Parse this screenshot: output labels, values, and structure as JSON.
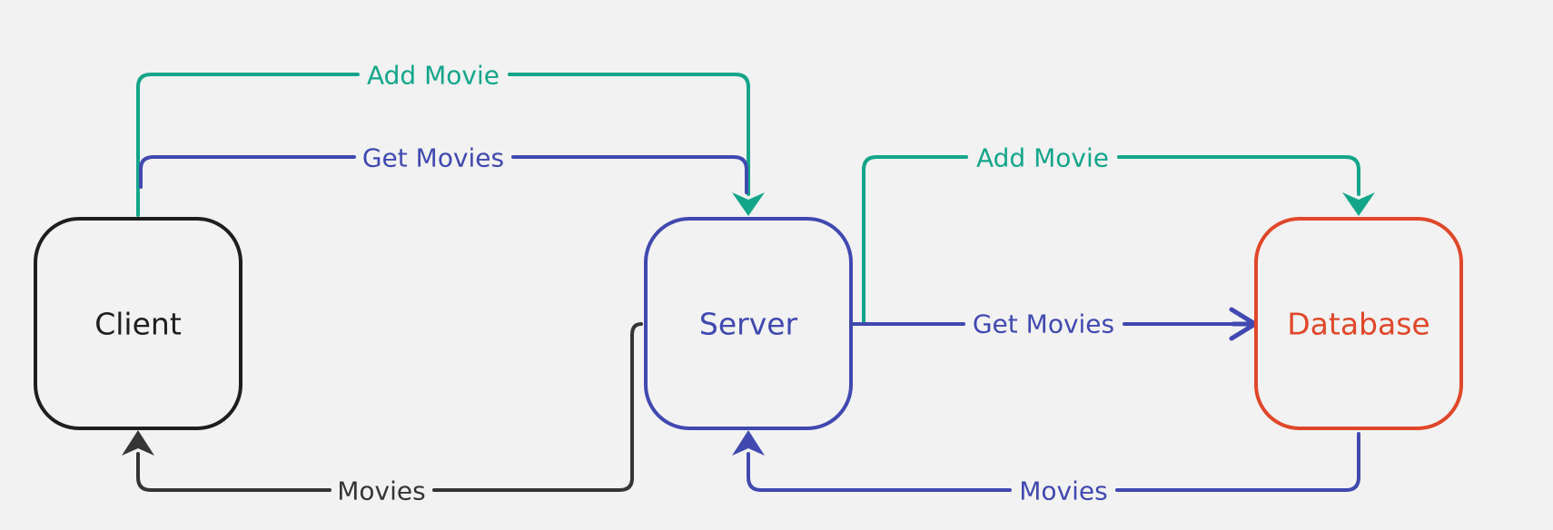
{
  "colors": {
    "background": "#f2f2f2",
    "client": "#1e1e1e",
    "server": "#4049b0",
    "database": "#e0472a",
    "add_movie": "#13a58a",
    "get_movies": "#4049b0",
    "movies_to_client": "#353535",
    "movies_to_server": "#4049b0"
  },
  "nodes": {
    "client": {
      "label": "Client"
    },
    "server": {
      "label": "Server"
    },
    "database": {
      "label": "Database"
    }
  },
  "edges": {
    "client_server_add": {
      "label": "Add Movie"
    },
    "client_server_get": {
      "label": "Get Movies"
    },
    "server_database_add": {
      "label": "Add Movie"
    },
    "server_database_get": {
      "label": "Get Movies"
    },
    "server_client_movies": {
      "label": "Movies"
    },
    "database_server_movies": {
      "label": "Movies"
    }
  }
}
